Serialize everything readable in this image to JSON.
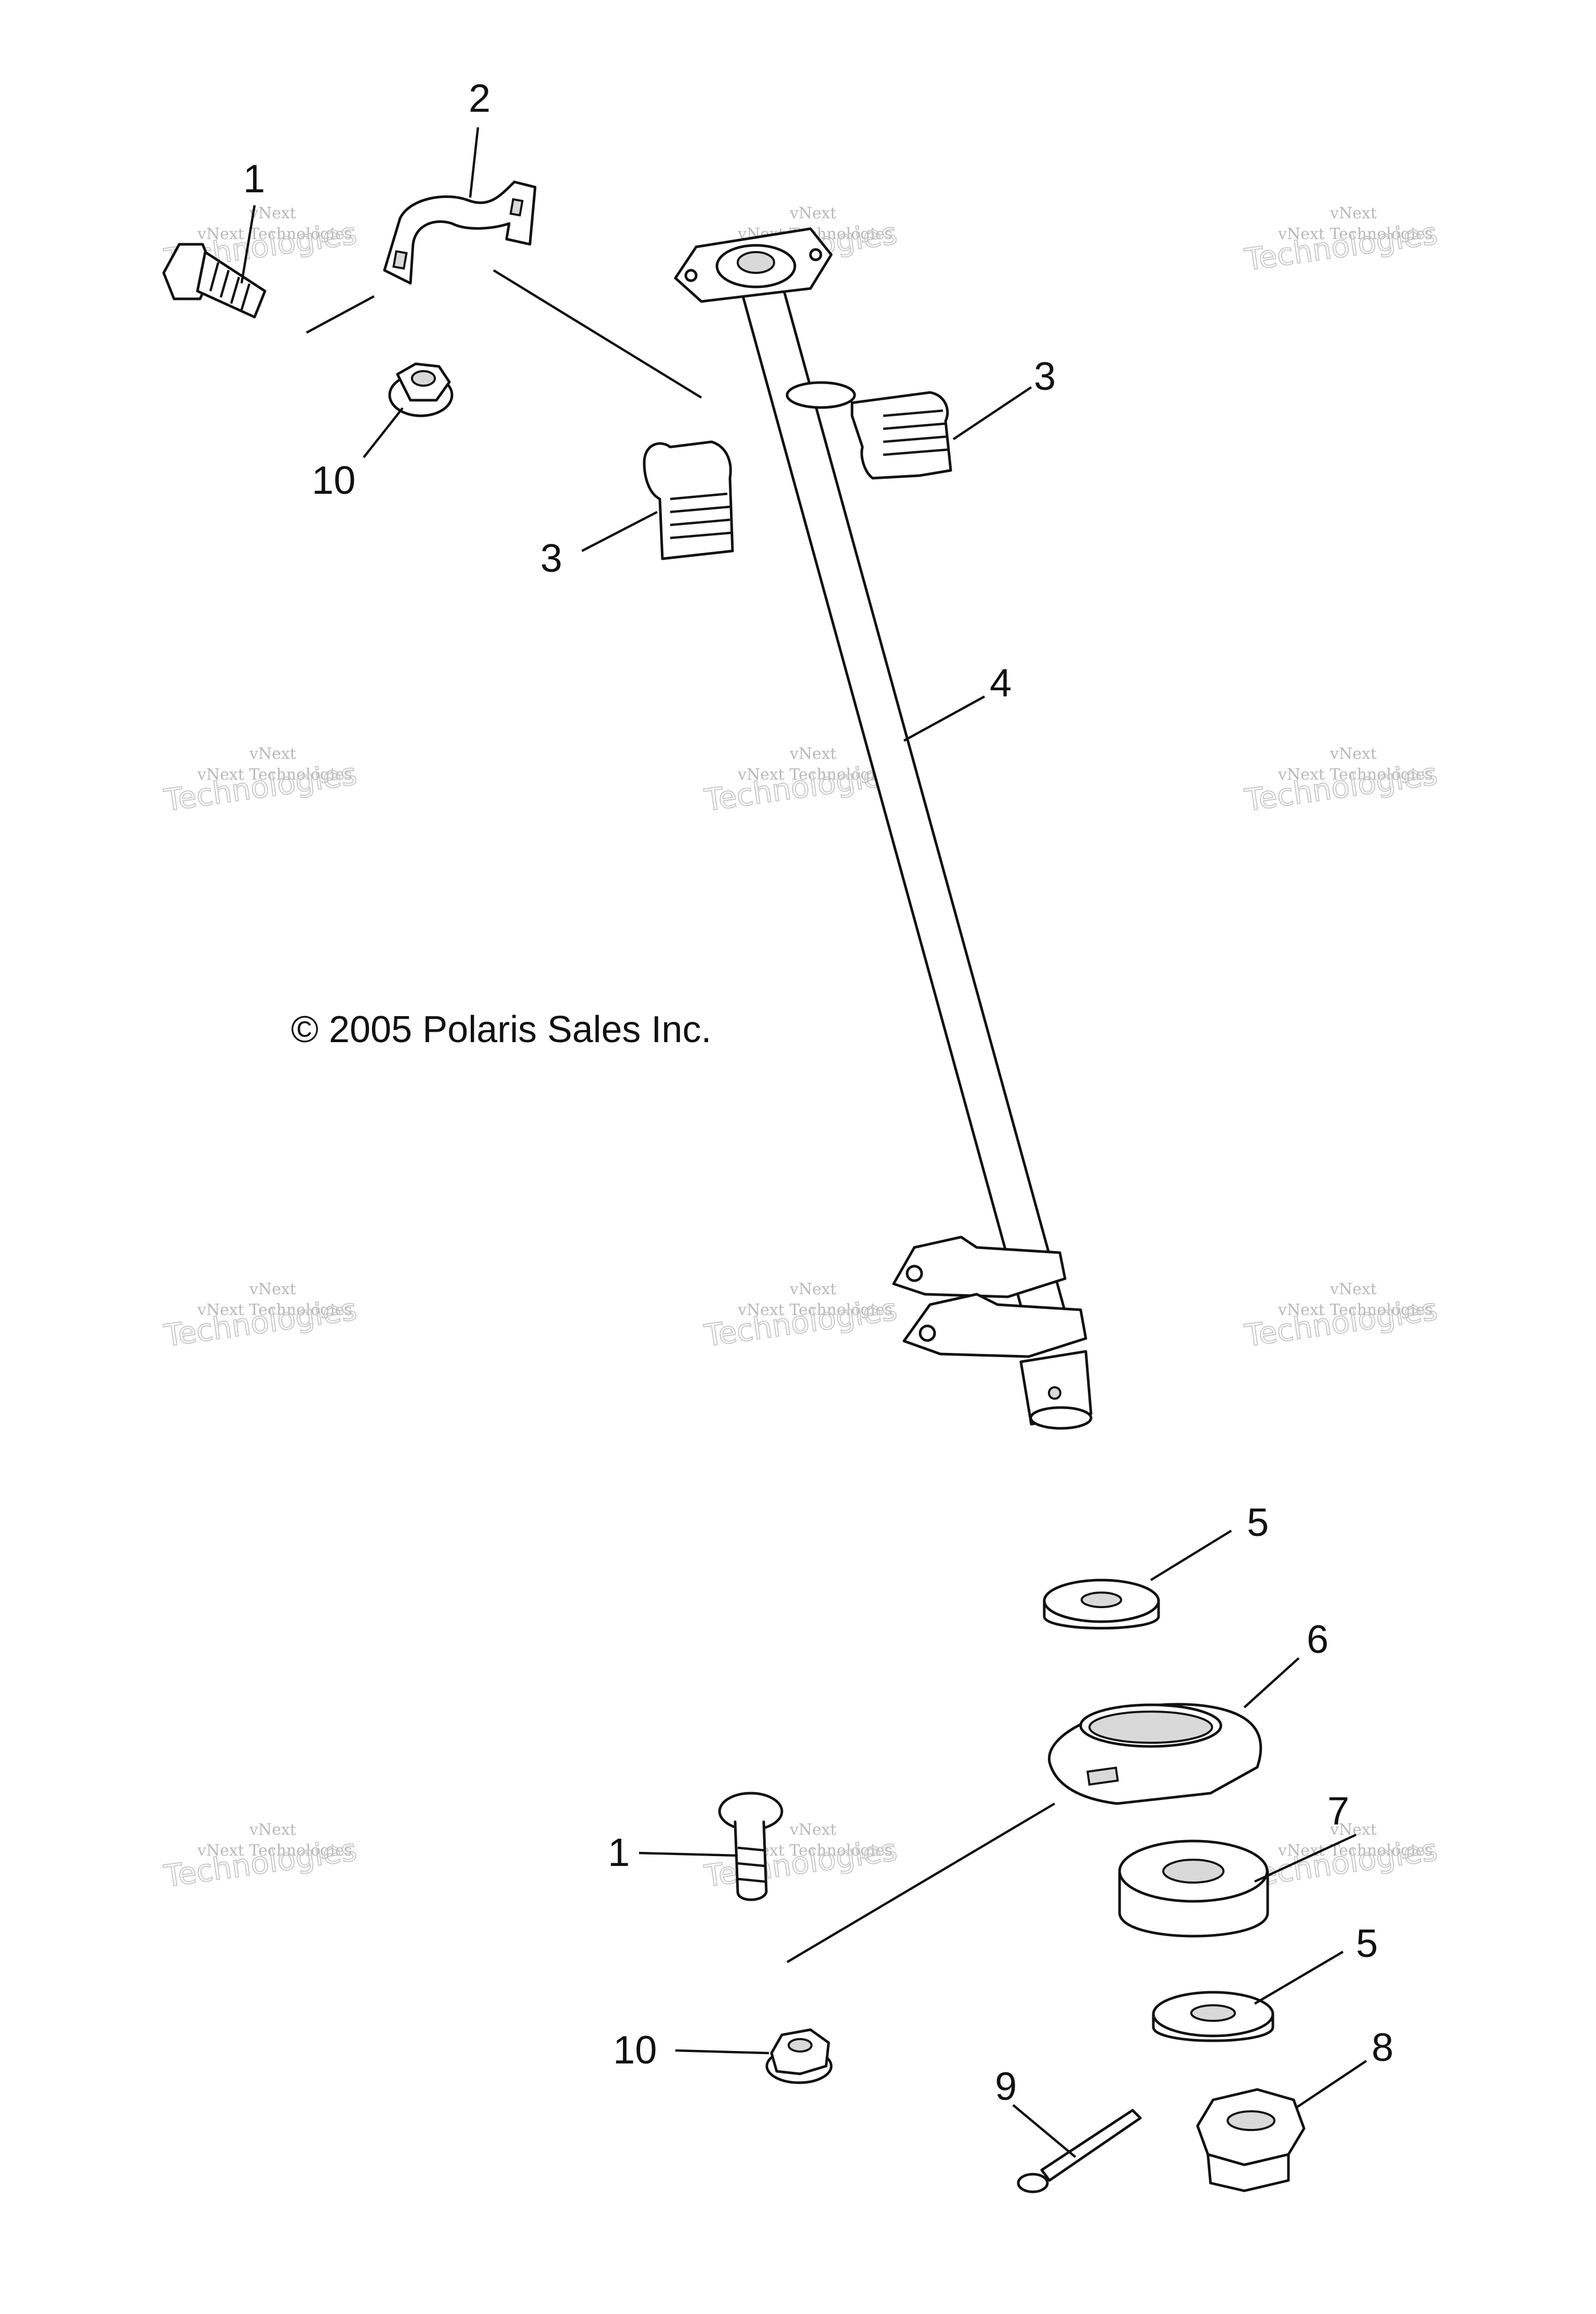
{
  "callouts": {
    "c1_top": "1",
    "c2": "2",
    "c3_right": "3",
    "c3_left": "3",
    "c4": "4",
    "c10_top": "10",
    "c5_top": "5",
    "c6": "6",
    "c7": "7",
    "c1_bottom": "1",
    "c5_bottom": "5",
    "c10_bottom": "10",
    "c8": "8",
    "c9": "9"
  },
  "copyright": "© 2005 Polaris Sales Inc.",
  "watermark": {
    "line1": "vNext",
    "line2": "vNext Technologies",
    "line3": "Technologies"
  }
}
